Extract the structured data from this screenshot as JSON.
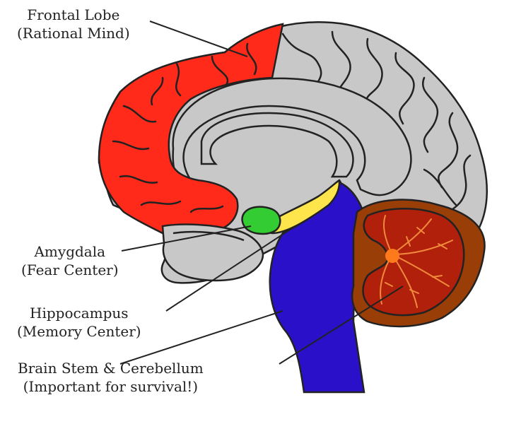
{
  "labels": {
    "frontal_lobe": {
      "name": "Frontal Lobe",
      "desc": "(Rational Mind)"
    },
    "amygdala": {
      "name": "Amygdala",
      "desc": "(Fear Center)"
    },
    "hippocampus": {
      "name": "Hippocampus",
      "desc": "(Memory Center)"
    },
    "brain_stem": {
      "name": "Brain Stem & Cerebellum",
      "desc": "(Important for survival!)"
    }
  },
  "colors": {
    "frontal_lobe": "#ff2a1a",
    "cortex": "#c8c8c8",
    "amygdala": "#33cc33",
    "hippocampus": "#ffe54c",
    "brain_stem": "#2a10c9",
    "cerebellum_outer": "#9a3e08",
    "cerebellum_inner": "#b0200a",
    "outline": "#222222"
  }
}
